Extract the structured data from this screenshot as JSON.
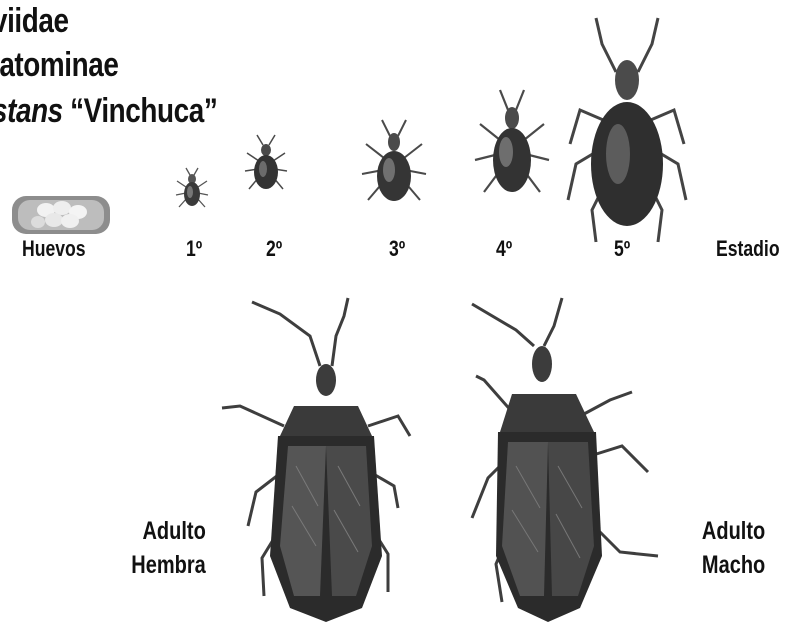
{
  "title": {
    "line1": "viidae",
    "line2": "iatominae",
    "line3_italic": "stans",
    "line3_rest": " “Vinchuca”"
  },
  "stages": {
    "eggs": "Huevos",
    "s1": "1º",
    "s2": "2º",
    "s3": "3º",
    "s4": "4º",
    "s5": "5º",
    "stage_word": "Estadio"
  },
  "adults": {
    "female_line1": "Adulto",
    "female_line2": "Hembra",
    "male_line1": "Adulto",
    "male_line2": "Macho"
  },
  "colors": {
    "bug_dark": "#2a2a2a",
    "bug_mid": "#555555",
    "bug_light": "#8a8a8a",
    "egg": "#e6e6e6"
  }
}
